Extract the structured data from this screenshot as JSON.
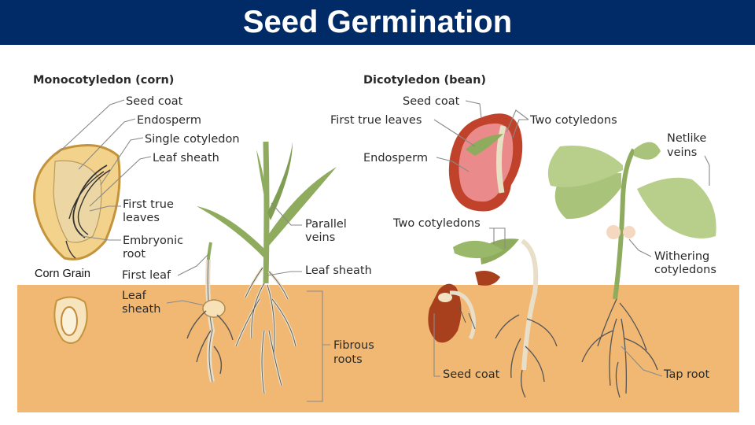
{
  "title": "Seed Germination",
  "headers": {
    "monocot": "Monocotyledon (corn)",
    "dicot": "Dicotyledon (bean)"
  },
  "monocot_labels": {
    "seed_coat": "Seed coat",
    "endosperm": "Endosperm",
    "single_cotyledon": "Single cotyledon",
    "leaf_sheath": "Leaf sheath",
    "first_true_leaves_1": "First true",
    "first_true_leaves_2": "leaves",
    "embryonic_root_1": "Embryonic",
    "embryonic_root_2": "root",
    "first_leaf": "First leaf",
    "leaf_sheath_soil_1": "Leaf",
    "leaf_sheath_soil_2": "sheath",
    "parallel_veins_1": "Parallel",
    "parallel_veins_2": "veins",
    "leaf_sheath_plant": "Leaf sheath",
    "fibrous_roots_1": "Fibrous",
    "fibrous_roots_2": "roots"
  },
  "dicot_labels": {
    "seed_coat": "Seed coat",
    "first_true_leaves": "First true leaves",
    "two_cotyledons_top": "Two cotyledons",
    "endosperm": "Endosperm",
    "netlike_veins_1": "Netlike",
    "netlike_veins_2": "veins",
    "two_cotyledons_mid": "Two cotyledons",
    "withering_cotyledons_1": "Withering",
    "withering_cotyledons_2": "cotyledons",
    "seed_coat_soil": "Seed coat",
    "tap_root": "Tap root"
  },
  "corn_grain_label": "Corn Grain",
  "colors": {
    "title_bar": "#002b67",
    "soil": "#f0b873",
    "leaf": "#8eab5e",
    "kernel": "#f3d28c",
    "bean": "#c0422b",
    "bean_inner": "#ea8a8a"
  }
}
